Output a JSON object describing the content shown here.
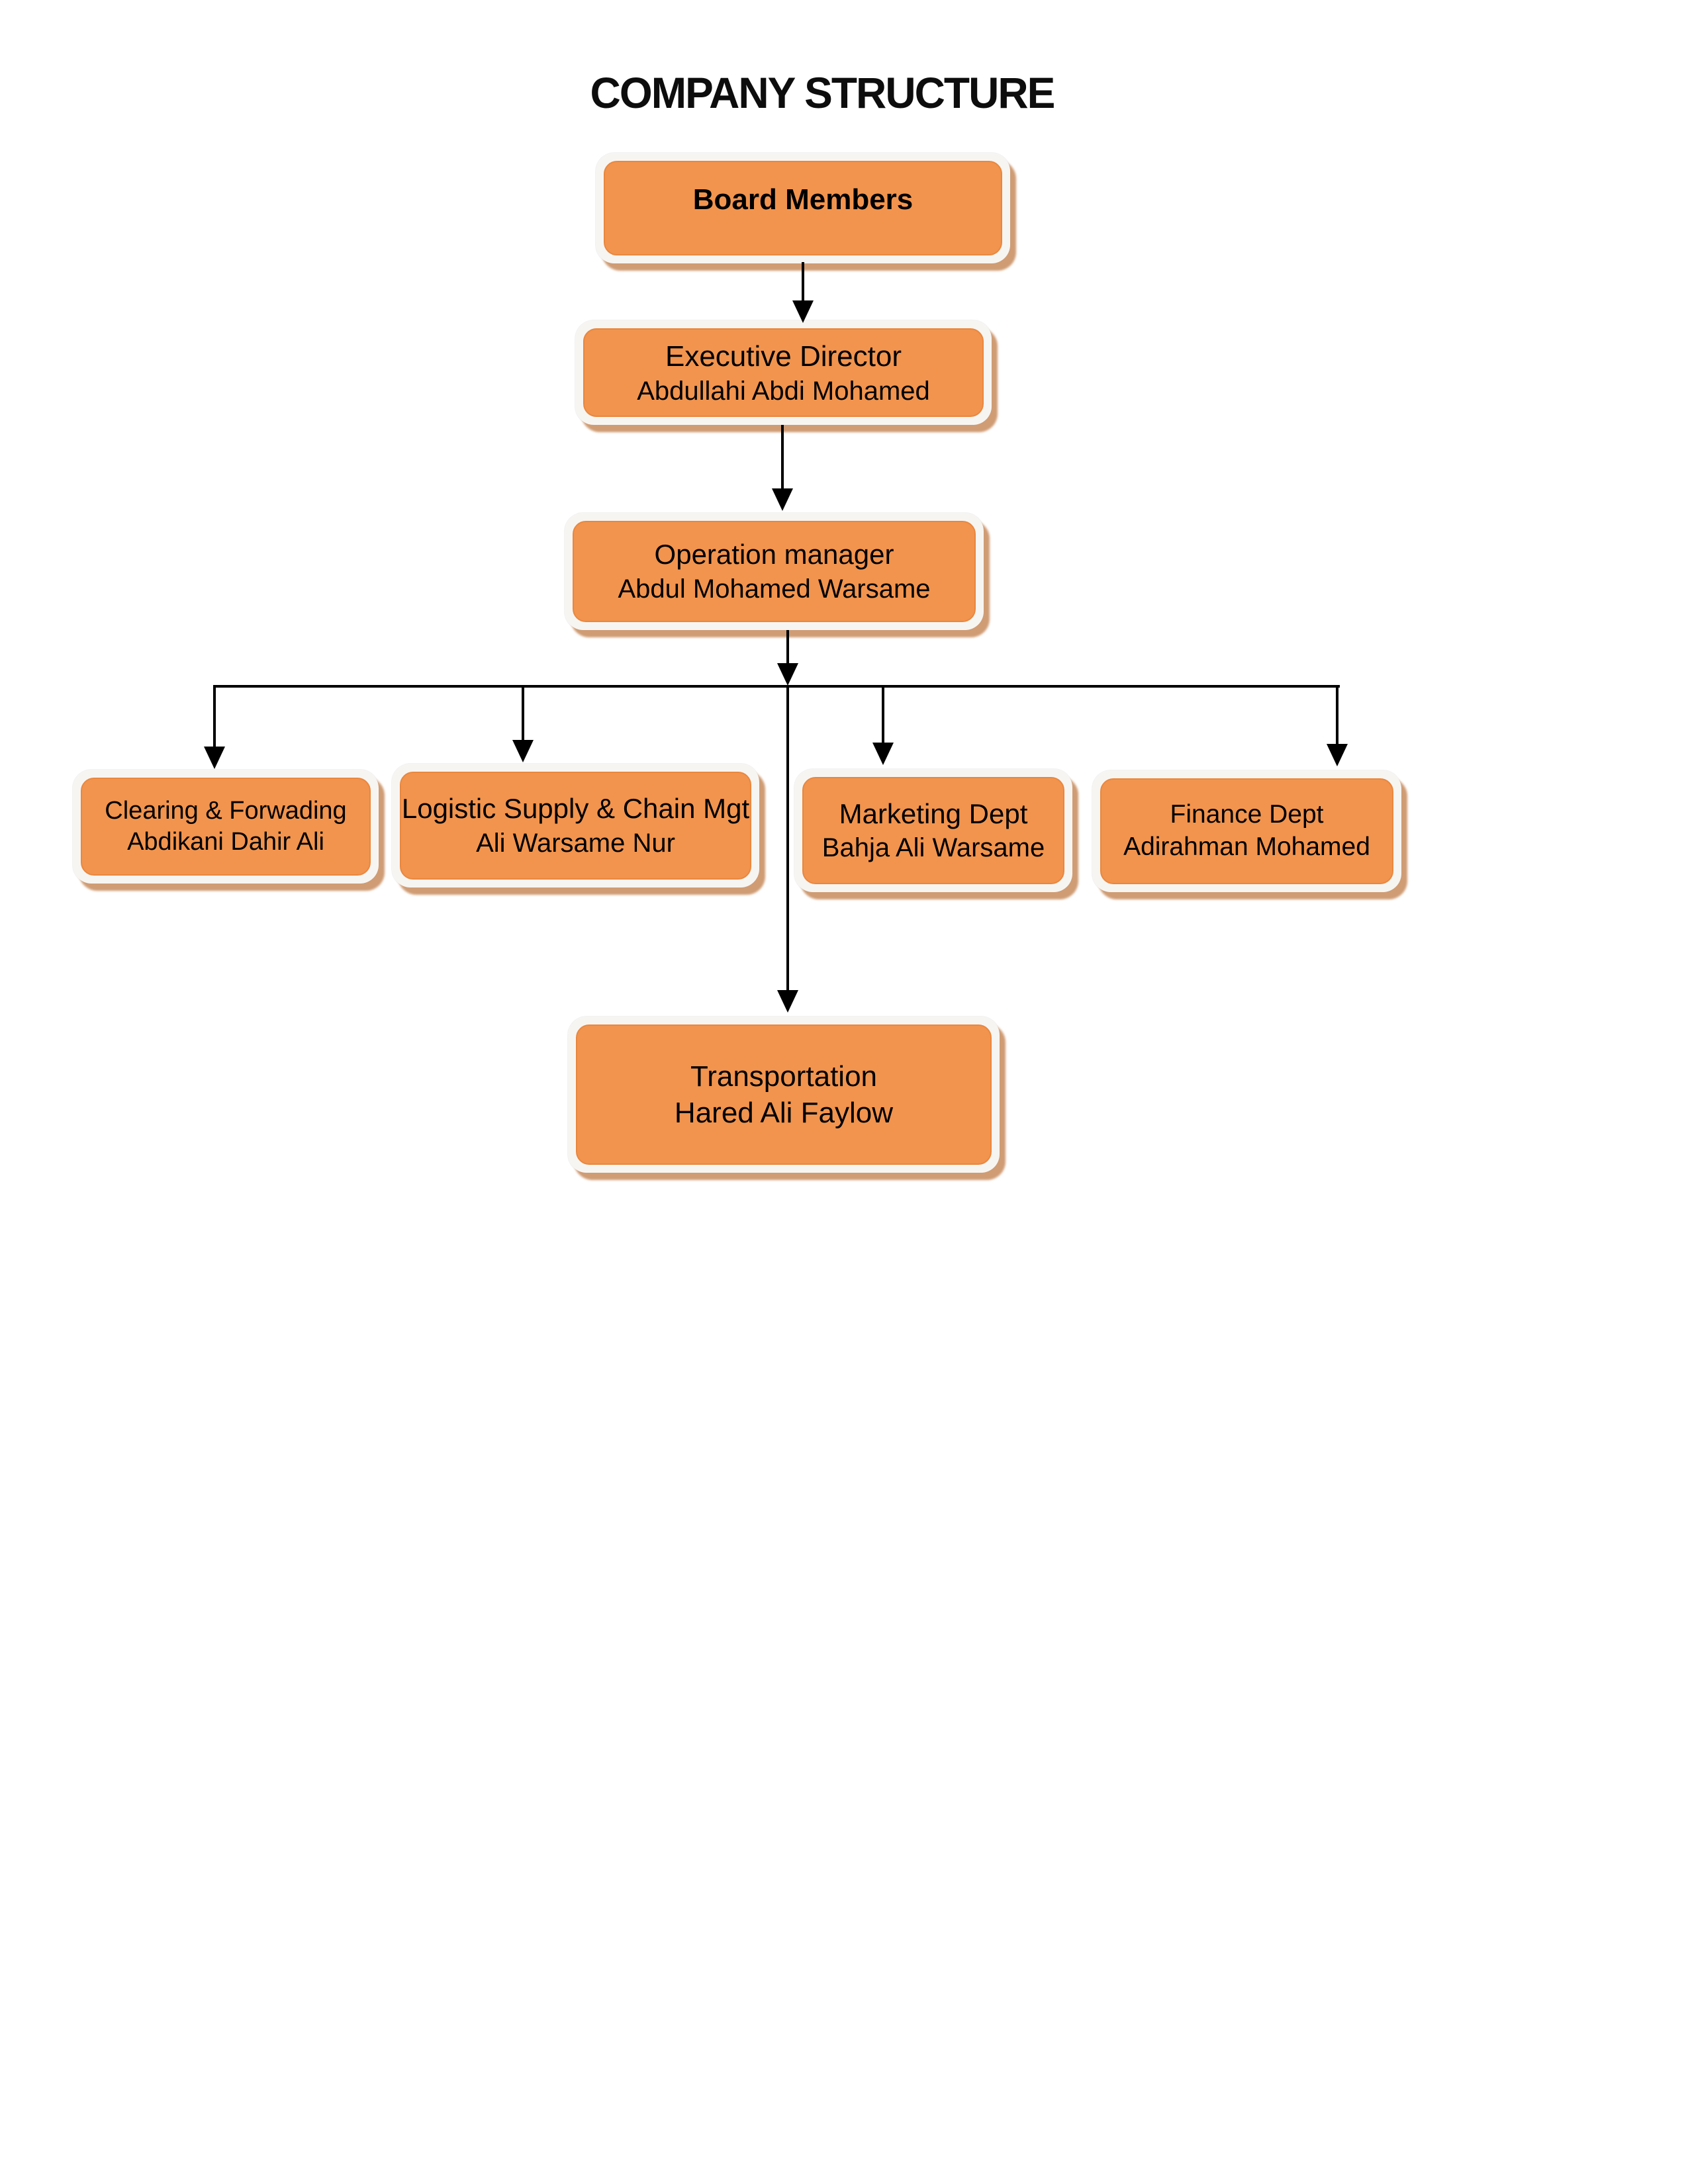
{
  "page": {
    "title": "COMPANY STRUCTURE"
  },
  "palette": {
    "node_fill": "#f2944e",
    "node_border": "#e9873e",
    "node_rim": "#f7f5f2",
    "node_shadow": "#cf9c74",
    "connector": "#000000",
    "text": "#000000",
    "background": "#ffffff"
  },
  "nodes": [
    {
      "id": "board",
      "title": "Board Members",
      "subtitle": ""
    },
    {
      "id": "executive",
      "title": "Executive Director",
      "subtitle": "Abdullahi Abdi Mohamed"
    },
    {
      "id": "operation",
      "title": "Operation manager",
      "subtitle": "Abdul Mohamed Warsame"
    },
    {
      "id": "clearing",
      "title": "Clearing & Forwading",
      "subtitle": "Abdikani Dahir Ali"
    },
    {
      "id": "logistic",
      "title": "Logistic Supply & Chain Mgt",
      "subtitle": "Ali Warsame Nur"
    },
    {
      "id": "marketing",
      "title": "Marketing Dept",
      "subtitle": "Bahja Ali Warsame"
    },
    {
      "id": "finance",
      "title": "Finance Dept",
      "subtitle": "Adirahman Mohamed"
    },
    {
      "id": "transportation",
      "title": "Transportation",
      "subtitle": "Hared Ali Faylow"
    }
  ],
  "edges": [
    {
      "from": "board",
      "to": "executive"
    },
    {
      "from": "executive",
      "to": "operation"
    },
    {
      "from": "operation",
      "to": "clearing"
    },
    {
      "from": "operation",
      "to": "logistic"
    },
    {
      "from": "operation",
      "to": "marketing"
    },
    {
      "from": "operation",
      "to": "finance"
    },
    {
      "from": "operation",
      "to": "transportation"
    }
  ]
}
